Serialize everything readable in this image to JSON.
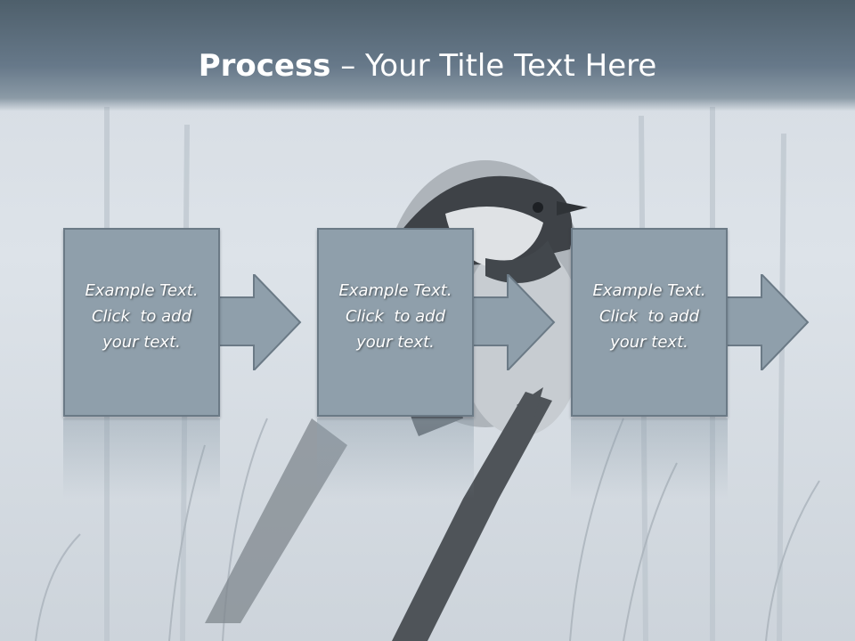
{
  "slide": {
    "title_bold": "Process",
    "title_rest": " – Your Title Text Here"
  },
  "steps": [
    {
      "line1": "Example Text.",
      "line2": "Click  to add",
      "line3": "your text."
    },
    {
      "line1": "Example Text.",
      "line2": "Click  to add",
      "line3": "your text."
    },
    {
      "line1": "Example Text.",
      "line2": "Click  to add",
      "line3": "your text."
    }
  ],
  "colors": {
    "title_bar": "#5d6e7b",
    "box_fill": "#8f9fab",
    "box_border": "#6b7a86",
    "text": "#ffffff"
  },
  "background_image": "chickadee-on-branch-in-fog"
}
